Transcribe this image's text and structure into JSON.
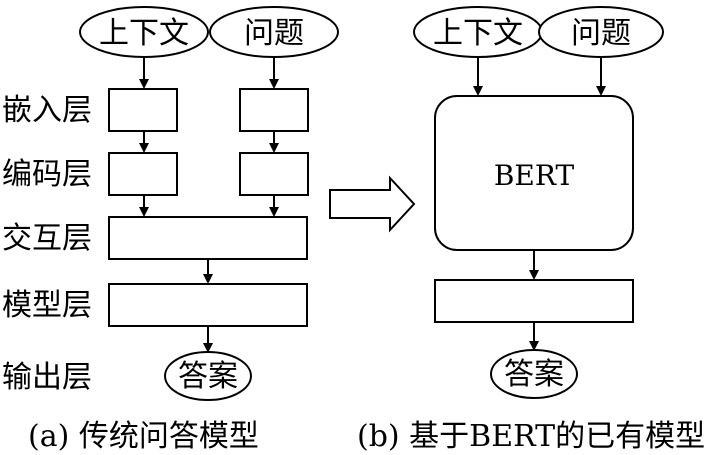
{
  "left": {
    "inputs": {
      "context": "上下文",
      "question": "问题"
    },
    "layers": {
      "embedding": "嵌入层",
      "encoding": "编码层",
      "interaction": "交互层",
      "model": "模型层",
      "output": "输出层"
    },
    "answer": "答案",
    "caption": "(a) 传统问答模型"
  },
  "right": {
    "inputs": {
      "context": "上下文",
      "question": "问题"
    },
    "bert_label": "BERT",
    "answer": "答案",
    "caption": "(b) 基于BERT的已有模型"
  }
}
